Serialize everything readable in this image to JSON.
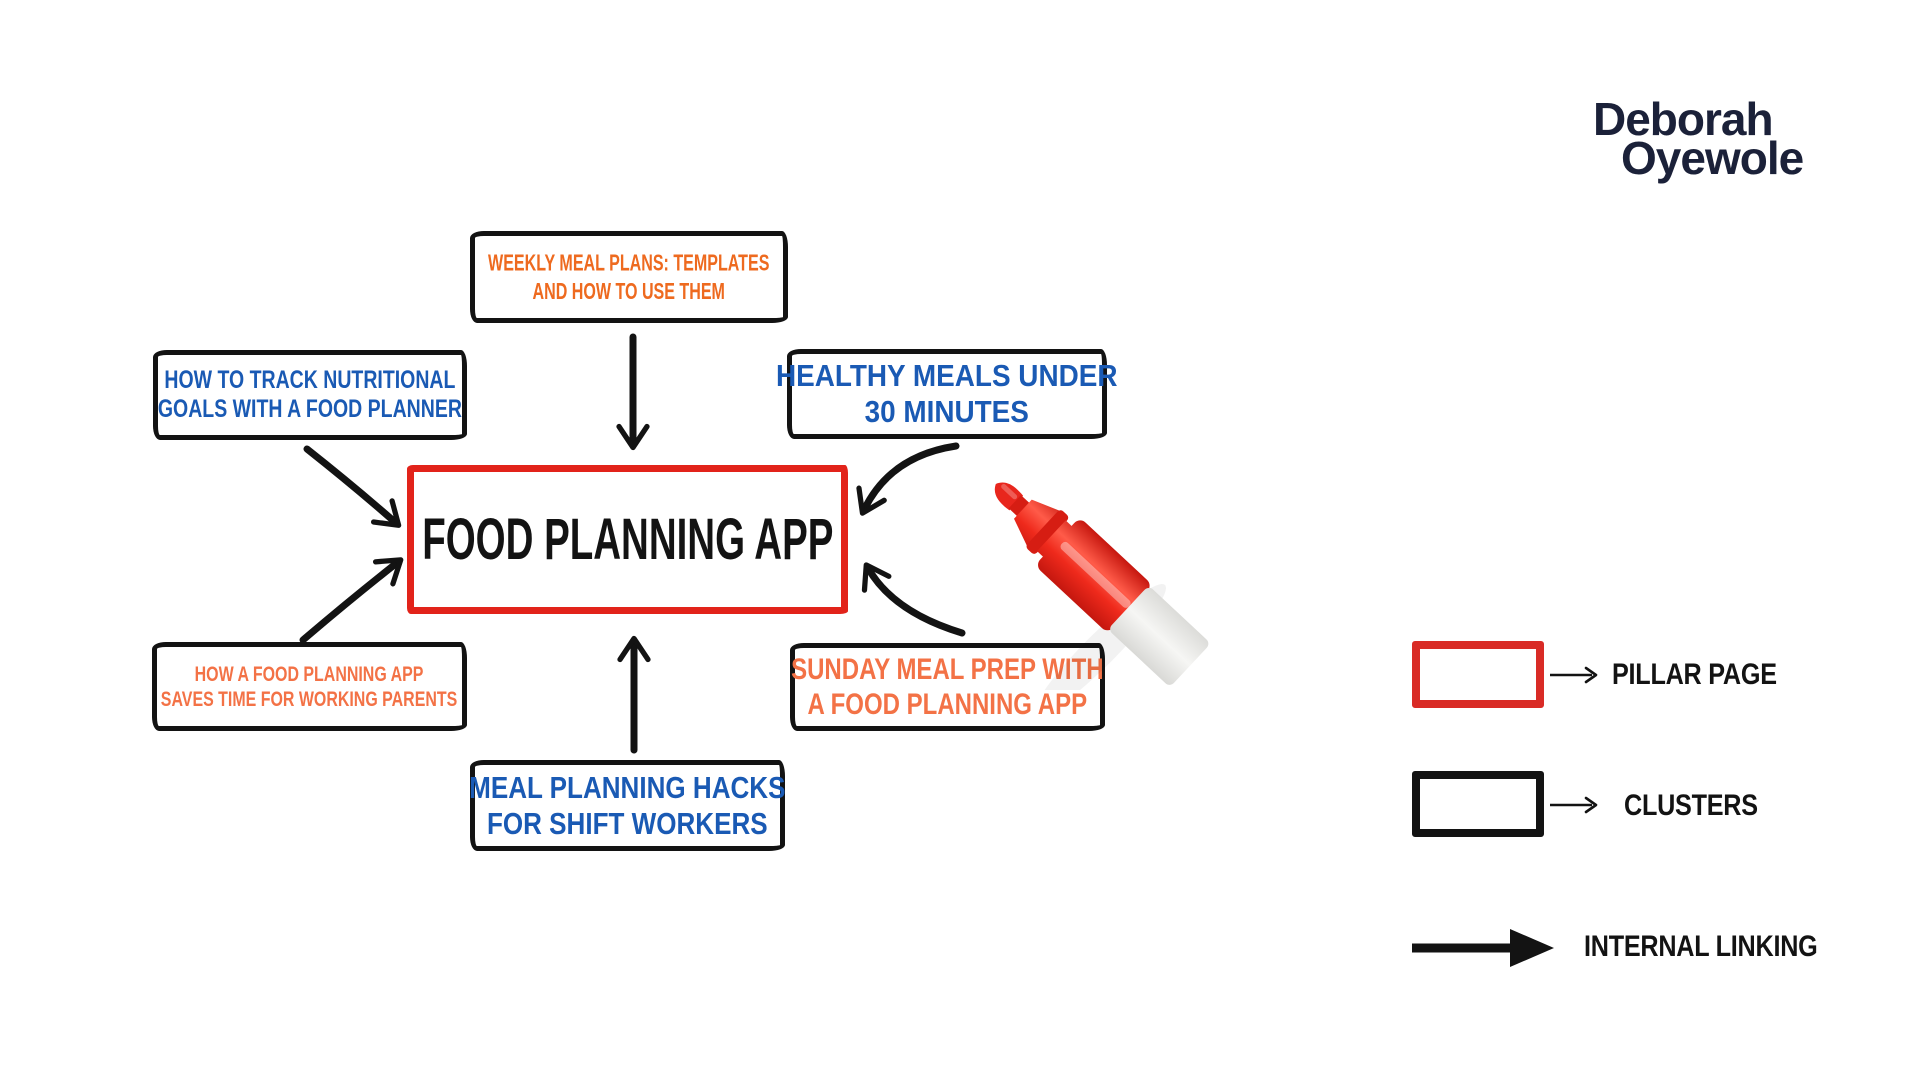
{
  "colors": {
    "background": "#ffffff",
    "red": "#e2231a",
    "legend_red": "#d92b26",
    "black": "#131313",
    "blue": "#1a5ab4",
    "orange_deep": "#ee6a1f",
    "orange_soft": "#f37246",
    "navy": "#1b2139",
    "pen_red": "#e8261d"
  },
  "logo": {
    "line1": "Deborah",
    "line2": "Oyewole"
  },
  "diagram": {
    "pillar": {
      "label": "FOOD PLANNING APP"
    },
    "clusters": {
      "top": {
        "line1": "WEEKLY MEAL PLANS: TEMPLATES",
        "line2": "AND HOW TO USE THEM"
      },
      "left_top": {
        "line1": "HOW TO TRACK NUTRITIONAL",
        "line2": "GOALS WITH A FOOD PLANNER"
      },
      "right_top": {
        "line1": "HEALTHY MEALS UNDER",
        "line2": "30 MINUTES"
      },
      "left_bottom": {
        "line1": "HOW A FOOD PLANNING APP",
        "line2": "SAVES TIME FOR WORKING PARENTS"
      },
      "right_bottom": {
        "line1": "SUNDAY MEAL PREP WITH",
        "line2": "A FOOD PLANNING APP"
      },
      "bottom": {
        "line1": "MEAL PLANNING HACKS",
        "line2": "FOR SHIFT WORKERS"
      }
    }
  },
  "legend": {
    "pillar_label": "PILLAR PAGE",
    "clusters_label": "CLUSTERS",
    "linking_label": "INTERNAL LINKING"
  }
}
